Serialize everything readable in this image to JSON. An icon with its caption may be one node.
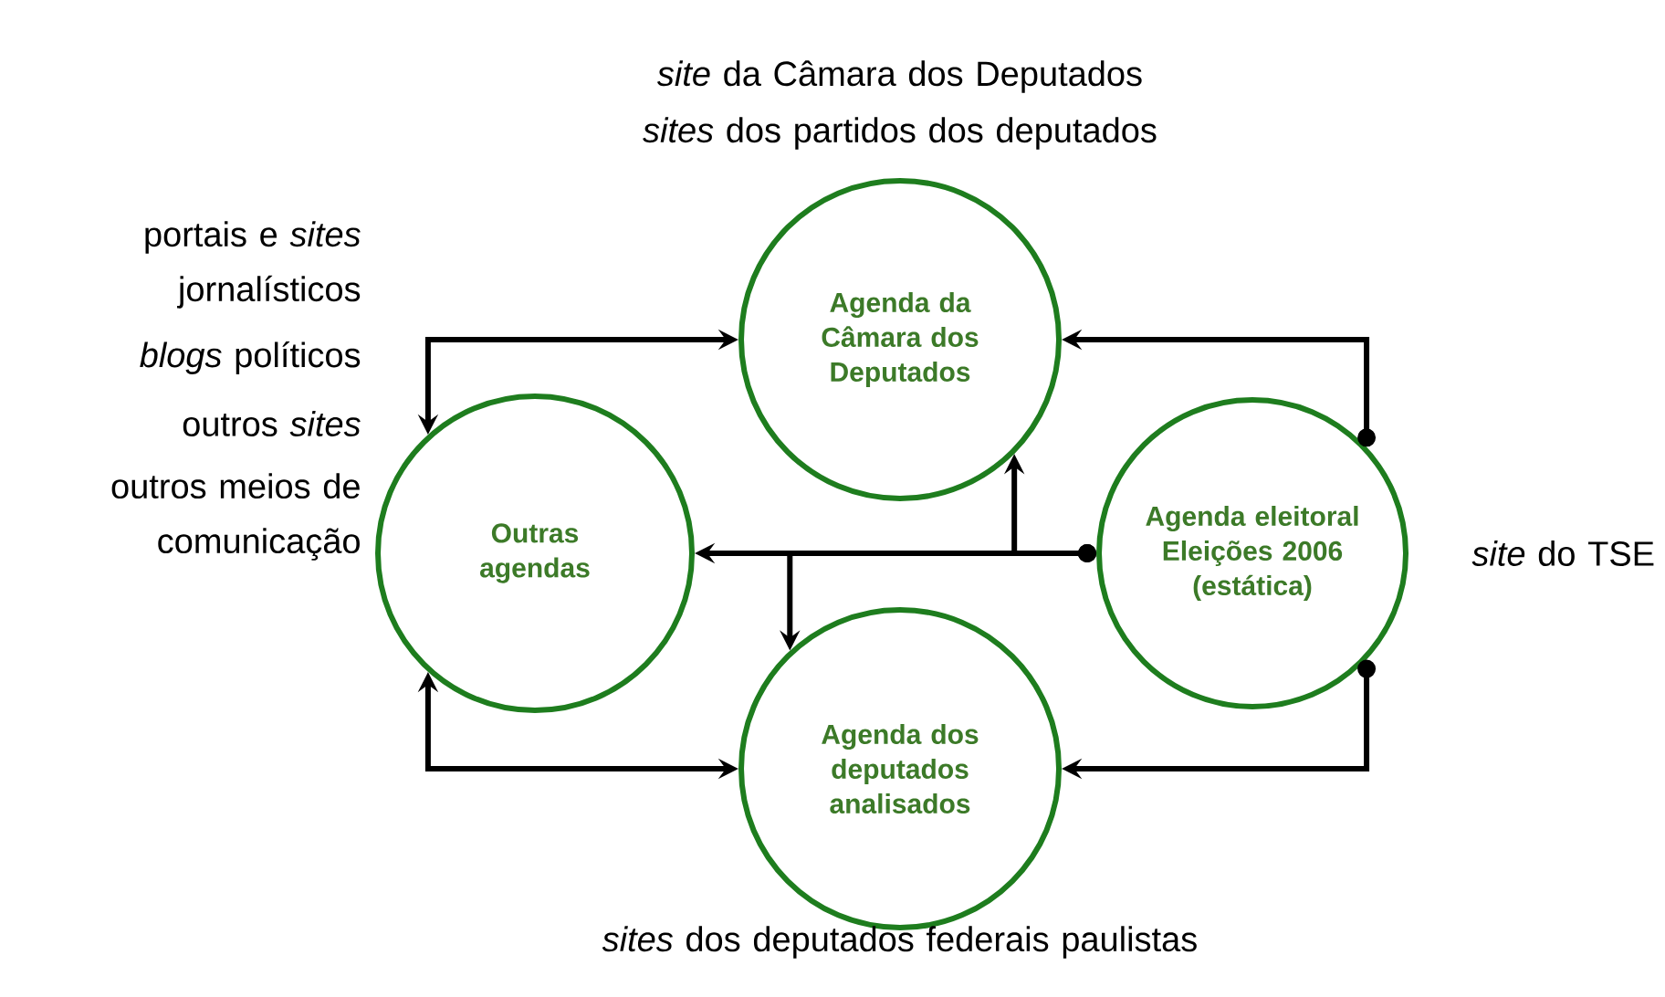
{
  "diagram": {
    "nodes": [
      {
        "text": [
          "Agenda da Câmara dos Deputados"
        ],
        "beside": [
          "*site* da Câmara dos Deputados",
          "*sites* dos partidos dos deputados"
        ]
      },
      {
        "text": [
          "Outras agendas"
        ],
        "beside": [
          "portais e *sites* jornalísticos",
          "*blogs* políticos",
          "outros *sites*",
          "outros meios de comunicação"
        ]
      },
      {
        "text": [
          "Agenda eleitoral Eleições 2006 (estática)"
        ],
        "beside": [
          "*site* do TSE"
        ]
      },
      {
        "text": [
          "Agenda dos deputados analisados"
        ],
        "beside": [
          "*sites* dos deputados federais paulistas"
        ]
      }
    ],
    "edges": [
      {
        "from": 1,
        "to": 0,
        "arrow": "both"
      },
      {
        "from": 1,
        "to": 3,
        "arrow": "both"
      },
      {
        "from": 2,
        "to": 0,
        "arrow": "to"
      },
      {
        "from": 2,
        "to": 3,
        "arrow": "to"
      },
      {
        "from": 2,
        "to": 1,
        "arrow": "to"
      },
      {
        "from": 2,
        "to": 0,
        "arrow": "to"
      },
      {
        "from": 2,
        "to": 3,
        "arrow": "to"
      }
    ]
  }
}
